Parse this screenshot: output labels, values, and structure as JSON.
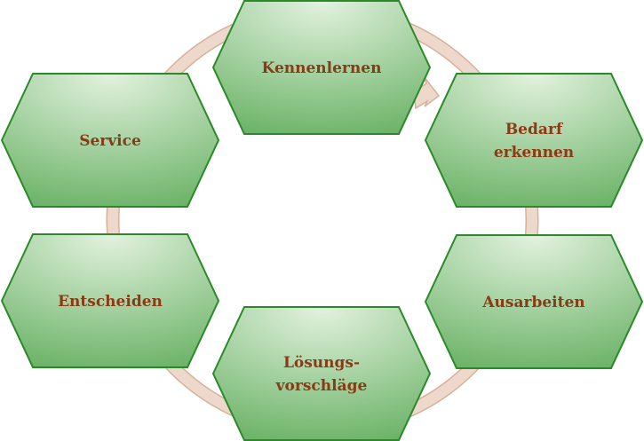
{
  "diagram": {
    "type": "cycle",
    "steps": [
      {
        "id": "kennenlernen",
        "lines": [
          "Kennenlernen"
        ]
      },
      {
        "id": "bedarf",
        "lines": [
          "Bedarf",
          "erkennen"
        ]
      },
      {
        "id": "ausarbeiten",
        "lines": [
          "Ausarbeiten"
        ]
      },
      {
        "id": "loesungen",
        "lines": [
          "Lösungs-",
          "vorschläge"
        ]
      },
      {
        "id": "entscheiden",
        "lines": [
          "Entscheiden"
        ]
      },
      {
        "id": "service",
        "lines": [
          "Service"
        ]
      }
    ],
    "colors": {
      "hex_top": "#e3f2df",
      "hex_bottom": "#66b062",
      "hex_border": "#2a8a2a",
      "ring_fill": "#eed8cb",
      "ring_border": "#d6b19c",
      "text": "#8a3a14"
    }
  }
}
